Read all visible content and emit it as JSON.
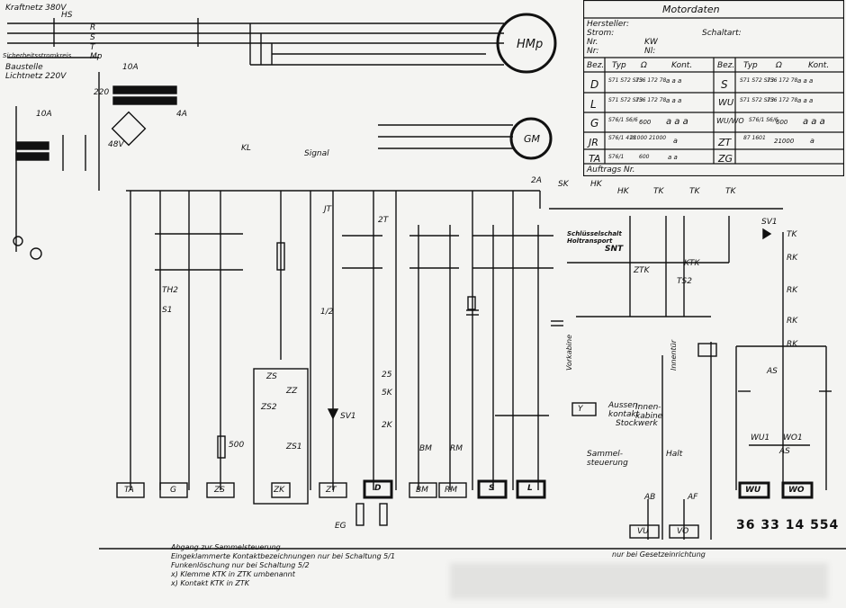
{
  "supply_label": "Kraftnetz 380V",
  "supply_label_2": "Sicherheitsstromkreis",
  "phase_labels": [
    "R",
    "S",
    "T",
    "Mp"
  ],
  "light_label_1": "Baustelle",
  "light_label_2": "Lichtnetz 220V",
  "main_fuses": [
    "HS",
    "10A",
    "2A"
  ],
  "hoist_motor": "HMp",
  "motor_main": "GM",
  "signal_label": "Signal",
  "table": {
    "title": "Motordaten",
    "head_labels": [
      "Hersteller:",
      "Strom:",
      "Schaltart:",
      "Nr.",
      "KW",
      "Nr:",
      "Nl:"
    ],
    "cols": [
      "Bez.",
      "Typ",
      "Ω",
      "Kont."
    ],
    "rows_left": [
      {
        "bez": "D",
        "typ": "S71 S72 S73",
        "ohm": "156 172 78",
        "kont": "a a a"
      },
      {
        "bez": "L",
        "typ": "S71 S72 S73",
        "ohm": "156 172 78",
        "kont": "a a a"
      },
      {
        "bez": "G",
        "typ": "S76/1 S6/6",
        "ohm": "600",
        "kont": "a a a"
      },
      {
        "bez": "JR",
        "typ": "S76/1 418",
        "ohm": "21000 21000",
        "kont": "a"
      },
      {
        "bez": "TA",
        "typ": "S76/1",
        "ohm": "600",
        "kont": "a a"
      }
    ],
    "rows_right": [
      {
        "bez": "S",
        "typ": "S71 S72 S73",
        "ohm": "156 172 78",
        "kont": "a a a"
      },
      {
        "bez": "WU",
        "typ": "S71 S72 S73",
        "ohm": "156 172 78",
        "kont": "a a a"
      },
      {
        "bez": "WU/WO",
        "typ": "S76/1 S6/6",
        "ohm": "600",
        "kont": "a a a"
      },
      {
        "bez": "ZT",
        "typ": "87 1601",
        "ohm": "21000",
        "kont": "a"
      },
      {
        "bez": "ZG",
        "typ": "",
        "ohm": "",
        "kont": ""
      }
    ],
    "footer": "Auftrags Nr."
  },
  "coils_bottom": [
    "TA",
    "G",
    "ZS",
    "ZK",
    "ZT",
    "D",
    "BM",
    "RM",
    "S",
    "L",
    "VU",
    "VO",
    "WU",
    "WO"
  ],
  "contacts_top": [
    "SK",
    "HK",
    "HK",
    "TK",
    "TK",
    "TK"
  ],
  "rk_labels": [
    "TK",
    "RK",
    "RK",
    "RK",
    "RK"
  ],
  "side_labels": {
    "key_switch": "Schlüsselschalt",
    "key_switch_2": "Holtransport",
    "snt": "SNT",
    "ztk": "ZTK",
    "ts2": "TS2",
    "ktk": "KTK",
    "sv1": "SV1",
    "ab": "AB",
    "af": "AF",
    "as": "AS",
    "sammel": "Sammel-",
    "steuerung": "steuerung",
    "halt": "Halt",
    "innen": "Innen-",
    "kabine": "kabine",
    "stockwerk": "Stockwerk",
    "aussen": "Aussen-",
    "kontakt": "kontakt",
    "vorkabine": "Vorkabine",
    "innentuer": "Innentür"
  },
  "number_plate": "36 33 14 554",
  "notes": [
    "Abgang zur Sammelsteuerung",
    "Eingeklammerte Kontaktbezeichnungen nur bei Schaltung 5/1",
    "Funkenlöschung nur bei Schaltung 5/2",
    "x) Klemme KTK in ZTK umbenannt",
    "x) Kontakt KTK in ZTK"
  ],
  "footer_mid": "nur bei Gesetzeinrichtung",
  "component_labels": [
    "10A",
    "220",
    "48V",
    "4A",
    "KL",
    "TH2",
    "S1",
    "1/2",
    "SV1",
    "EG",
    "500",
    "2K",
    "25",
    "5K",
    "BM",
    "RM",
    "JT",
    "2T",
    "ZS",
    "ZS1",
    "ZS2",
    "ZZ",
    "WU1",
    "WO1",
    "AS",
    "Y"
  ]
}
